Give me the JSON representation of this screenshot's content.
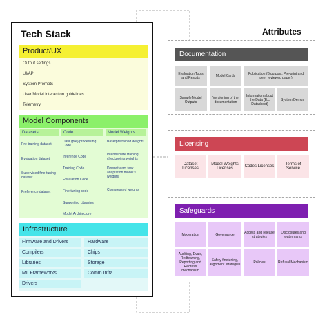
{
  "tech_stack": {
    "title": "Tech Stack",
    "product_ux": {
      "title": "Product/UX",
      "items": [
        "Output settings",
        "UI/API",
        "System Prompts",
        "User/Model interaction guidelines",
        "Telemetry"
      ]
    },
    "model_components": {
      "title": "Model Components",
      "columns": [
        {
          "name": "Datasets",
          "items": [
            "Pre-training dataset",
            "Evaluation dataset",
            "Supervised fine-tuning dataset",
            "Preference dataset"
          ]
        },
        {
          "name": "Code",
          "items": [
            "Data (pre)-processing Code",
            "Inference Code",
            "Training Code",
            "Evaluation Code",
            "Fine-tuning code",
            "Supporting Libraries",
            "Model Architecture"
          ]
        },
        {
          "name": "Model Weights",
          "items": [
            "Base/pretrained weights",
            "Intermediate training checkpoints weights",
            "Downstream task adaptation model's weights",
            "Compressed weights"
          ]
        }
      ]
    },
    "infrastructure": {
      "title": "Infrastructure",
      "left": [
        "Firmware and Drivers",
        "Compilers",
        "Libraries",
        "ML Frameworks",
        "Drivers"
      ],
      "right": [
        "Hardware",
        "Chips",
        "Storage",
        "Comm Infra"
      ]
    }
  },
  "attributes": {
    "title": "Attributes",
    "documentation": {
      "title": "Documentation",
      "row1": [
        "Evaluation Tools and Results",
        "Model Cards",
        "Publication (Blog post, Pre-print and peer reviewed paper)"
      ],
      "row2": [
        "Sample Model Outputs",
        "Versioning of the documentation",
        "Information about the Data (Ex. Datasheet)",
        "System Demos"
      ]
    },
    "licensing": {
      "title": "Licensing",
      "items": [
        "Dataset Licenses",
        "Model Weights Licenses",
        "Codes Licenses",
        "Terms of Service"
      ]
    },
    "safeguards": {
      "title": "Safeguards",
      "row1": [
        "Moderation",
        "Governance",
        "Access and release strategies",
        "Disclosures and watermarks"
      ],
      "row2": [
        "Auditing, Evals, Redteaming, Reporting and Redress mechanism",
        "Safety finetuning, alignment strategies",
        "Policies",
        "Refusal Mechanism"
      ]
    }
  }
}
